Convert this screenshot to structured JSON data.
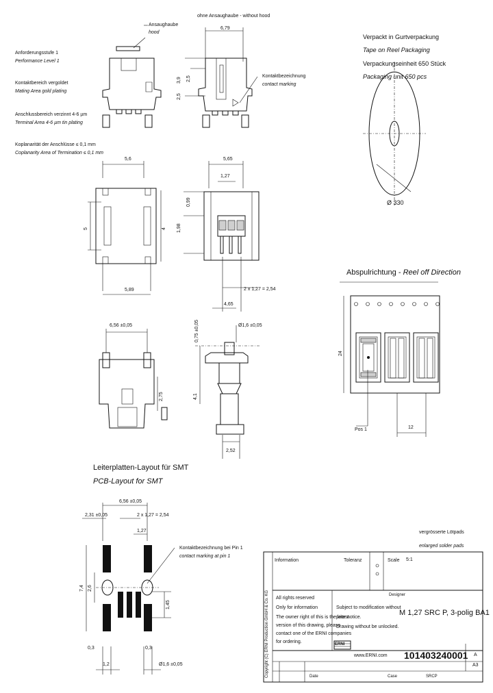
{
  "notes": {
    "hood": "Ansaughaube",
    "hood_en": "hood",
    "without_hood": "ohne Ansaughaube - without hood",
    "perf_de": "Anforderungsstufe 1",
    "perf_en": "Performance Level 1",
    "plating_de": "Kontaktbereich vergoldet",
    "plating_en": "Mating Area gold plating",
    "term_de": "Anschlussbereich verzinnt 4-6 µm",
    "term_en": "Terminal Area 4-6 µm tin plating",
    "coplan_de": "Koplanarität der Anschlüsse ≤ 0,1 mm",
    "coplan_en": "Coplanarity Area of Termination ≤ 0,1 mm",
    "marking_de": "Kontaktbezeichnung",
    "marking_en": "contact marking"
  },
  "packaging": {
    "de1": "Verpackt in Gurtverpackung",
    "en1": "Tape on Reel Packaging",
    "de2": "Verpackungseinheit 650 Stück",
    "en2": "Packaging unit 650 pcs",
    "diameter": "Ø 330"
  },
  "reel": {
    "title_de": "Abspulrichtung",
    "title_sep": " - ",
    "title_en": "Reel off Direction",
    "dim_24": "24",
    "dim_12": "12",
    "pos1": "Pos 1"
  },
  "dims": {
    "d679": "6,79",
    "d39": "3,9",
    "d252": "2,5",
    "d255": "2,5",
    "d56": "5,6",
    "d565": "5,65",
    "d127": "1,27",
    "d099": "0,99",
    "d198": "1,98",
    "d5": "5",
    "d4": "4",
    "d589": "5,89",
    "d254": "2 x 1,27 = 2,54",
    "d465": "4,65",
    "d656": "6,56 ±0,05",
    "d075": "0,75 ±0,05",
    "d16": "Ø1,6 ±0,05",
    "d275": "2,75",
    "d41": "4,1",
    "d252b": "2,52"
  },
  "pcb": {
    "title_de": "Leiterplatten-Layout für SMT",
    "title_en": "PCB-Layout for SMT",
    "d656": "6,56 ±0,05",
    "d231": "2,31 ±0,05",
    "d254": "2 x 1,27 = 2,54",
    "d127": "1,27",
    "d74": "7,4",
    "d26": "2,6",
    "d145": "1,45",
    "d03a": "0,3",
    "d03b": "0,3",
    "d12": "1,2",
    "d16": "Ø1,6 ±0,05",
    "pin1_de": "Kontaktbezeichnung bei Pin 1",
    "pin1_en": "contact marking at pin 1",
    "enlarged_de": "vergrösserte Lötpads",
    "enlarged_en": "enlarged solder pads"
  },
  "titleblock": {
    "info": "Information",
    "tolerance": "Toleranz",
    "scale_label": "Scale",
    "scale": "5:1",
    "designer": "Designer",
    "rights": "All rights reserved",
    "only_info": "Only for information",
    "subject": "Subject to modification without",
    "prior": "prior notice.",
    "unlocked": "Drawing without be unlocked.",
    "the_owner": "The owner right of this is the latest",
    "version": "version of this drawing, please",
    "contact": "contact one of the ERNI companies",
    "for_ordering": "for ordering.",
    "title": "M 1,27 SRC P, 3-polig BA1",
    "website": "www.ERNI.com",
    "part_no": "101403240001",
    "rev": "A",
    "sheet": "A3",
    "date_label": "Date",
    "case_label": "Case",
    "case": "SRCP",
    "logo": "ERNI",
    "side_text": "Copyright (C) ERNI Production GmbH & Co. KG"
  }
}
